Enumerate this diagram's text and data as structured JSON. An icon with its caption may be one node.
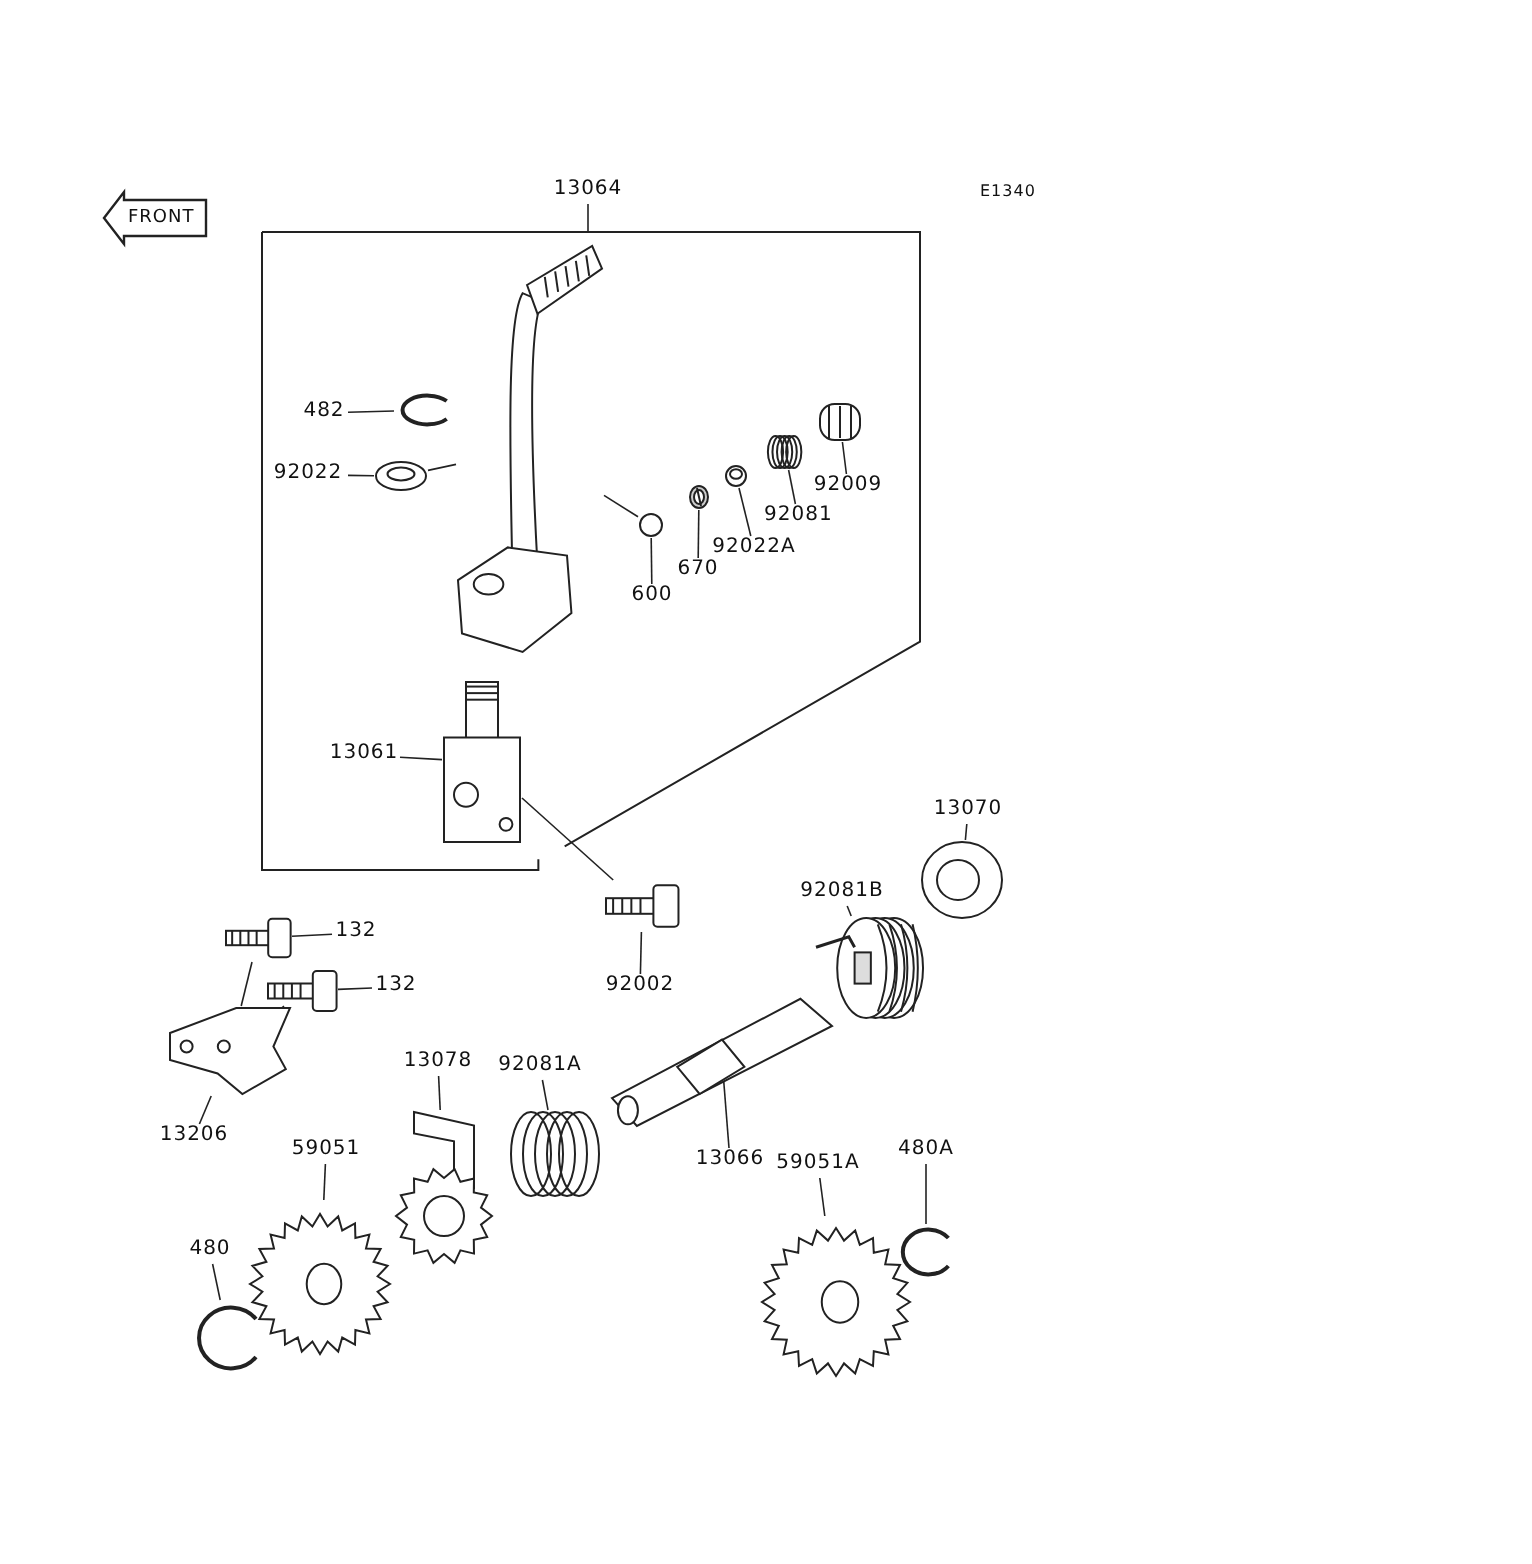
{
  "diagram": {
    "nodes": [
      {
        "text": [],
        "shape": "box"
      },
      {
        "text": [
          "13064"
        ]
      },
      {
        "text": [],
        "shape": "picture",
        "in": 0
      },
      {
        "text": [
          "482"
        ],
        "in": 0
      },
      {
        "text": [],
        "shape": "picture",
        "in": 0
      },
      {
        "text": [
          "92022"
        ],
        "in": 0
      },
      {
        "text": [],
        "shape": "picture",
        "in": 0
      },
      {
        "text": [
          "600"
        ],
        "in": 0
      },
      {
        "text": [],
        "shape": "circle",
        "in": 0
      },
      {
        "text": [
          "670"
        ],
        "in": 0
      },
      {
        "text": [],
        "shape": "picture",
        "in": 0
      },
      {
        "text": [
          "92022A"
        ],
        "in": 0
      },
      {
        "text": [],
        "shape": "picture",
        "in": 0
      },
      {
        "text": [
          "92081"
        ],
        "in": 0
      },
      {
        "text": [],
        "shape": "picture",
        "in": 0
      },
      {
        "text": [
          "92009"
        ],
        "in": 0
      },
      {
        "text": [],
        "shape": "picture",
        "in": 0
      },
      {
        "text": [
          "13061"
        ],
        "in": 0
      },
      {
        "text": [],
        "shape": "picture",
        "in": 0
      },
      {
        "text": [
          "92002"
        ]
      },
      {
        "text": [],
        "shape": "picture"
      },
      {
        "text": [
          "92081B"
        ]
      },
      {
        "text": [],
        "shape": "picture"
      },
      {
        "text": [
          "13070"
        ]
      },
      {
        "text": [],
        "shape": "picture"
      },
      {
        "text": [
          "132"
        ]
      },
      {
        "text": [],
        "shape": "picture"
      },
      {
        "text": [
          "132"
        ]
      },
      {
        "text": [],
        "shape": "picture"
      },
      {
        "text": [
          "13206"
        ]
      },
      {
        "text": [],
        "shape": "picture"
      },
      {
        "text": [
          "13078"
        ]
      },
      {
        "text": [],
        "shape": "picture"
      },
      {
        "text": [
          "92081A"
        ]
      },
      {
        "text": [],
        "shape": "picture"
      },
      {
        "text": [
          "13066"
        ]
      },
      {
        "text": [],
        "shape": "picture"
      },
      {
        "text": [
          "59051"
        ]
      },
      {
        "text": [],
        "shape": "picture"
      },
      {
        "text": [
          "480"
        ]
      },
      {
        "text": [],
        "shape": "picture"
      },
      {
        "text": [
          "59051A"
        ]
      },
      {
        "text": [],
        "shape": "picture"
      },
      {
        "text": [
          "480A"
        ]
      },
      {
        "text": [],
        "shape": "picture"
      }
    ],
    "edges": [
      {
        "from": 1,
        "to": 0,
        "arrow": "none"
      },
      {
        "from": 3,
        "to": 4,
        "arrow": "none"
      },
      {
        "from": 5,
        "to": 6,
        "arrow": "none"
      },
      {
        "from": 7,
        "to": 8,
        "arrow": "none"
      },
      {
        "from": 9,
        "to": 10,
        "arrow": "none"
      },
      {
        "from": 11,
        "to": 12,
        "arrow": "none"
      },
      {
        "from": 13,
        "to": 14,
        "arrow": "none"
      },
      {
        "from": 15,
        "to": 16,
        "arrow": "none"
      },
      {
        "from": 17,
        "to": 18,
        "arrow": "none"
      },
      {
        "from": 19,
        "to": 20,
        "arrow": "none"
      },
      {
        "from": 21,
        "to": 22,
        "arrow": "none"
      },
      {
        "from": 23,
        "to": 24,
        "arrow": "none"
      },
      {
        "from": 25,
        "to": 26,
        "arrow": "none"
      },
      {
        "from": 27,
        "to": 28,
        "arrow": "none"
      },
      {
        "from": 29,
        "to": 30,
        "arrow": "none"
      },
      {
        "from": 31,
        "to": 32,
        "arrow": "none"
      },
      {
        "from": 33,
        "to": 34,
        "arrow": "none"
      },
      {
        "from": 35,
        "to": 36,
        "arrow": "none"
      },
      {
        "from": 37,
        "to": 38,
        "arrow": "none"
      },
      {
        "from": 39,
        "to": 40,
        "arrow": "none"
      },
      {
        "from": 41,
        "to": 42,
        "arrow": "none"
      },
      {
        "from": 43,
        "to": 44,
        "arrow": "none"
      },
      {
        "from": 6,
        "to": 2,
        "arrow": "none"
      },
      {
        "from": 2,
        "to": 8,
        "arrow": "none"
      },
      {
        "from": 18,
        "to": 20,
        "arrow": "none"
      },
      {
        "from": 26,
        "to": 30,
        "arrow": "none"
      },
      {
        "from": 28,
        "to": 30,
        "arrow": "none"
      }
    ],
    "labels": [
      "FRONT",
      "E1340"
    ]
  }
}
